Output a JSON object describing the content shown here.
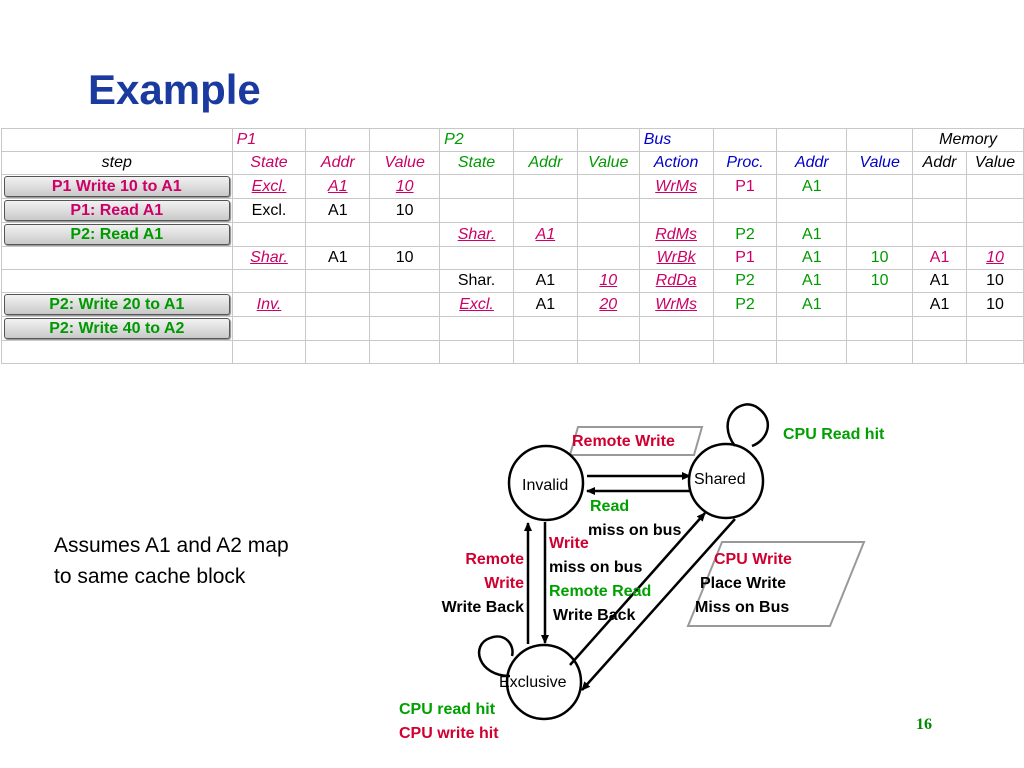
{
  "slide": {
    "title": "Example",
    "note": "Assumes A1 and A2 map to same cache block",
    "page_number": "16"
  },
  "table": {
    "group_headers": {
      "p1": "P1",
      "p2": "P2",
      "bus": "Bus",
      "memory": "Memory"
    },
    "column_headers": {
      "step": "step",
      "p1_state": "State",
      "p1_addr": "Addr",
      "p1_value": "Value",
      "p2_state": "State",
      "p2_addr": "Addr",
      "p2_value": "Value",
      "bus_action": "Action",
      "bus_proc": "Proc.",
      "bus_addr": "Addr",
      "bus_value": "Value",
      "mem_addr": "Addr",
      "mem_value": "Value"
    },
    "rows": [
      {
        "step": "P1 Write 10 to A1",
        "p1_state": "Excl.",
        "p1_addr": "A1",
        "p1_value": "10",
        "p2_state": "",
        "p2_addr": "",
        "p2_value": "",
        "bus_action": "WrMs",
        "bus_proc": "P1",
        "bus_addr": "A1",
        "bus_value": "",
        "mem_addr": "",
        "mem_value": ""
      },
      {
        "step": "P1: Read A1",
        "p1_state": "Excl.",
        "p1_addr": "A1",
        "p1_value": "10",
        "p2_state": "",
        "p2_addr": "",
        "p2_value": "",
        "bus_action": "",
        "bus_proc": "",
        "bus_addr": "",
        "bus_value": "",
        "mem_addr": "",
        "mem_value": ""
      },
      {
        "step": "P2: Read A1",
        "p1_state": "",
        "p1_addr": "",
        "p1_value": "",
        "p2_state": "Shar.",
        "p2_addr": "A1",
        "p2_value": "",
        "bus_action": "RdMs",
        "bus_proc": "P2",
        "bus_addr": "A1",
        "bus_value": "",
        "mem_addr": "",
        "mem_value": ""
      },
      {
        "step": "",
        "p1_state": "Shar.",
        "p1_addr": "A1",
        "p1_value": "10",
        "p2_state": "",
        "p2_addr": "",
        "p2_value": "",
        "bus_action": "WrBk",
        "bus_proc": "P1",
        "bus_addr": "A1",
        "bus_value": "10",
        "mem_addr": "A1",
        "mem_value": "10"
      },
      {
        "step": "",
        "p1_state": "",
        "p1_addr": "",
        "p1_value": "",
        "p2_state": "Shar.",
        "p2_addr": "A1",
        "p2_value": "10",
        "bus_action": "RdDa",
        "bus_proc": "P2",
        "bus_addr": "A1",
        "bus_value": "10",
        "mem_addr": "A1",
        "mem_value": "10"
      },
      {
        "step": "P2: Write 20 to A1",
        "p1_state": "Inv.",
        "p1_addr": "",
        "p1_value": "",
        "p2_state": "Excl.",
        "p2_addr": "A1",
        "p2_value": "20",
        "bus_action": "WrMs",
        "bus_proc": "P2",
        "bus_addr": "A1",
        "bus_value": "",
        "mem_addr": "A1",
        "mem_value": "10"
      },
      {
        "step": "P2: Write 40 to A2",
        "p1_state": "",
        "p1_addr": "",
        "p1_value": "",
        "p2_state": "",
        "p2_addr": "",
        "p2_value": "",
        "bus_action": "",
        "bus_proc": "",
        "bus_addr": "",
        "bus_value": "",
        "mem_addr": "",
        "mem_value": ""
      },
      {
        "step": "",
        "p1_state": "",
        "p1_addr": "",
        "p1_value": "",
        "p2_state": "",
        "p2_addr": "",
        "p2_value": "",
        "bus_action": "",
        "bus_proc": "",
        "bus_addr": "",
        "bus_value": "",
        "mem_addr": "",
        "mem_value": ""
      }
    ]
  },
  "diagram": {
    "states": {
      "invalid": "Invalid",
      "shared": "Shared",
      "exclusive": "Exclusive"
    },
    "labels": {
      "remote_write_top": "Remote Write",
      "cpu_read_hit": "CPU Read hit",
      "read": "Read",
      "miss_on_bus_1": "miss on bus",
      "write": "Write",
      "miss_on_bus_2": "miss on bus",
      "remote_read": "Remote Read",
      "write_back_center": "Write Back",
      "remote": "Remote",
      "write_left": "Write",
      "write_back_left": "Write Back",
      "cpu_write": "CPU Write",
      "place_write": "Place Write",
      "miss_on_bus_3": "Miss on Bus",
      "cpu_read_hit_ex": "CPU read hit",
      "cpu_write_hit": "CPU write hit"
    },
    "colors": {
      "red": "#d00030",
      "green": "#00a000",
      "black": "#000000",
      "gray_box": "#999999"
    }
  }
}
